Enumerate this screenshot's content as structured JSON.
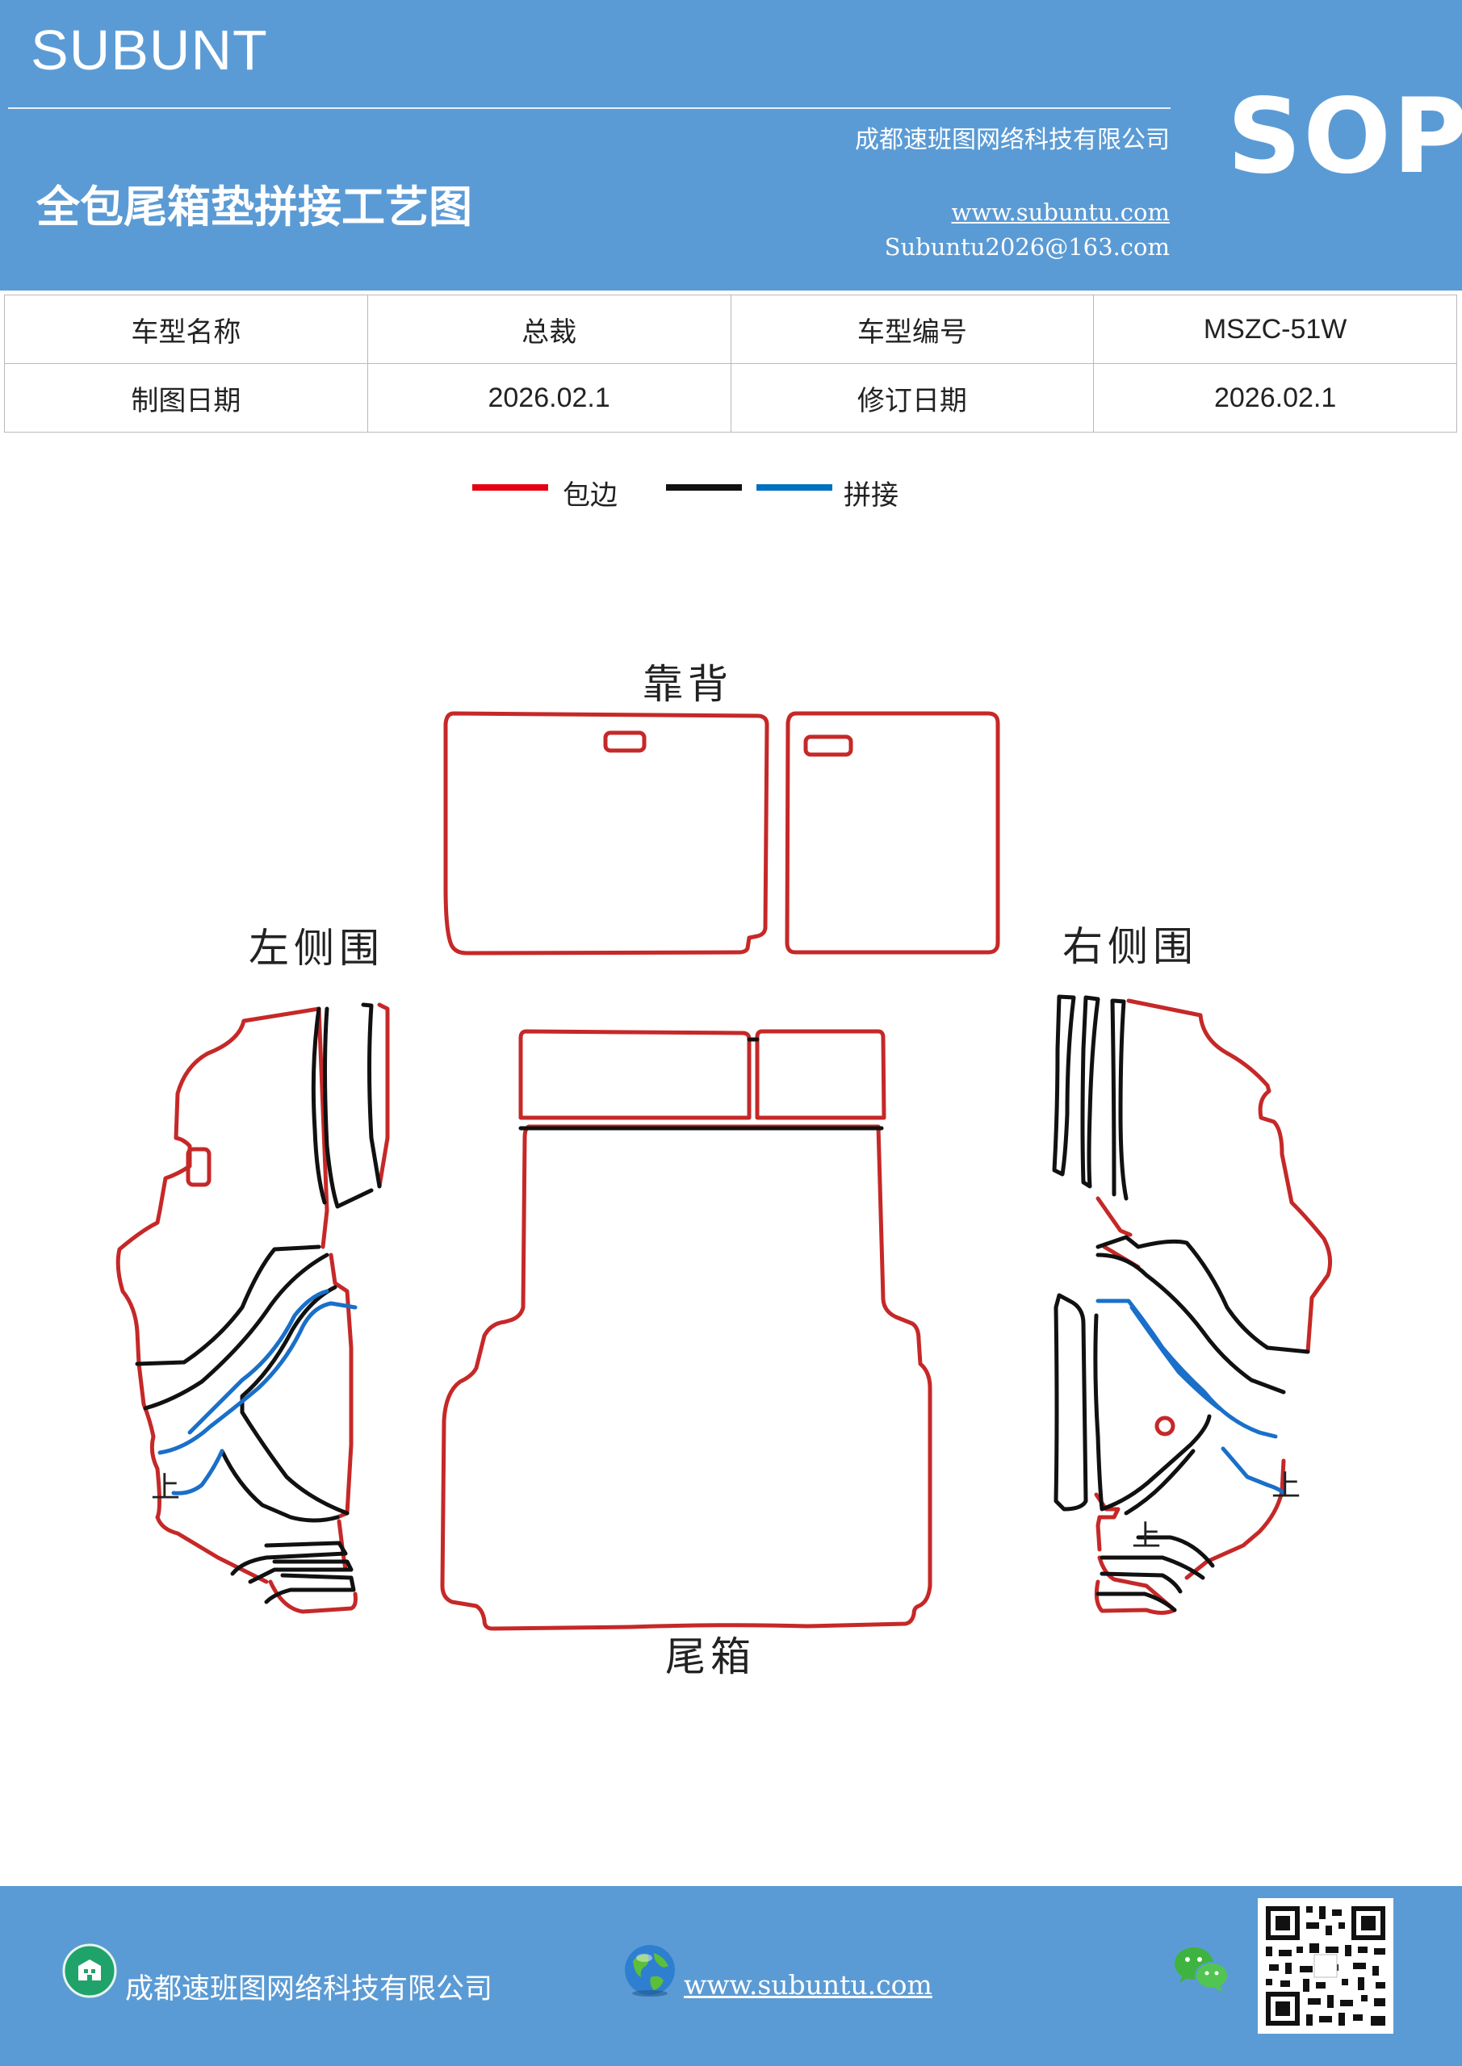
{
  "header": {
    "brand": "SUBUNT",
    "company": "成都速班图网络科技有限公司",
    "title": "全包尾箱垫拼接工艺图",
    "website": "www.subuntu.com",
    "email": "Subuntu2026@163.com",
    "badge": "SOP"
  },
  "info_table": {
    "rows": [
      {
        "label1": "车型名称",
        "value1": "总裁",
        "label2": "车型编号",
        "value2": "MSZC-51W"
      },
      {
        "label1": "制图日期",
        "value1": "2026.02.1",
        "label2": "修订日期",
        "value2": "2026.02.1"
      }
    ]
  },
  "legend": {
    "items": [
      {
        "label": "包边",
        "color": "#e60012"
      },
      {
        "label": "",
        "color": "#111111"
      },
      {
        "label": "拼接",
        "color": "#0070c0"
      }
    ]
  },
  "diagram": {
    "labels": {
      "backrest": "靠背",
      "left_side": "左侧围",
      "right_side": "右侧围",
      "trunk": "尾箱",
      "up_left": "上",
      "up_right": "上",
      "up_right_inner": "上"
    },
    "colors": {
      "edge": "#c62828",
      "seam": "#111111",
      "splice": "#1a6fc9"
    }
  },
  "footer": {
    "company": "成都速班图网络科技有限公司",
    "website": "www.subuntu.com"
  }
}
